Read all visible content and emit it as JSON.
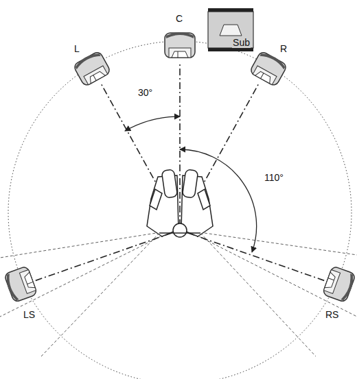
{
  "diagram": {
    "nodes": [
      {
        "text": [
          "L"
        ]
      },
      {
        "text": [
          "C"
        ]
      },
      {
        "text": [
          "Sub"
        ]
      },
      {
        "text": [
          "R"
        ]
      },
      {
        "text": [
          "LS"
        ]
      },
      {
        "text": [
          "RS"
        ]
      }
    ],
    "labels": [
      "30°",
      "110°"
    ]
  }
}
